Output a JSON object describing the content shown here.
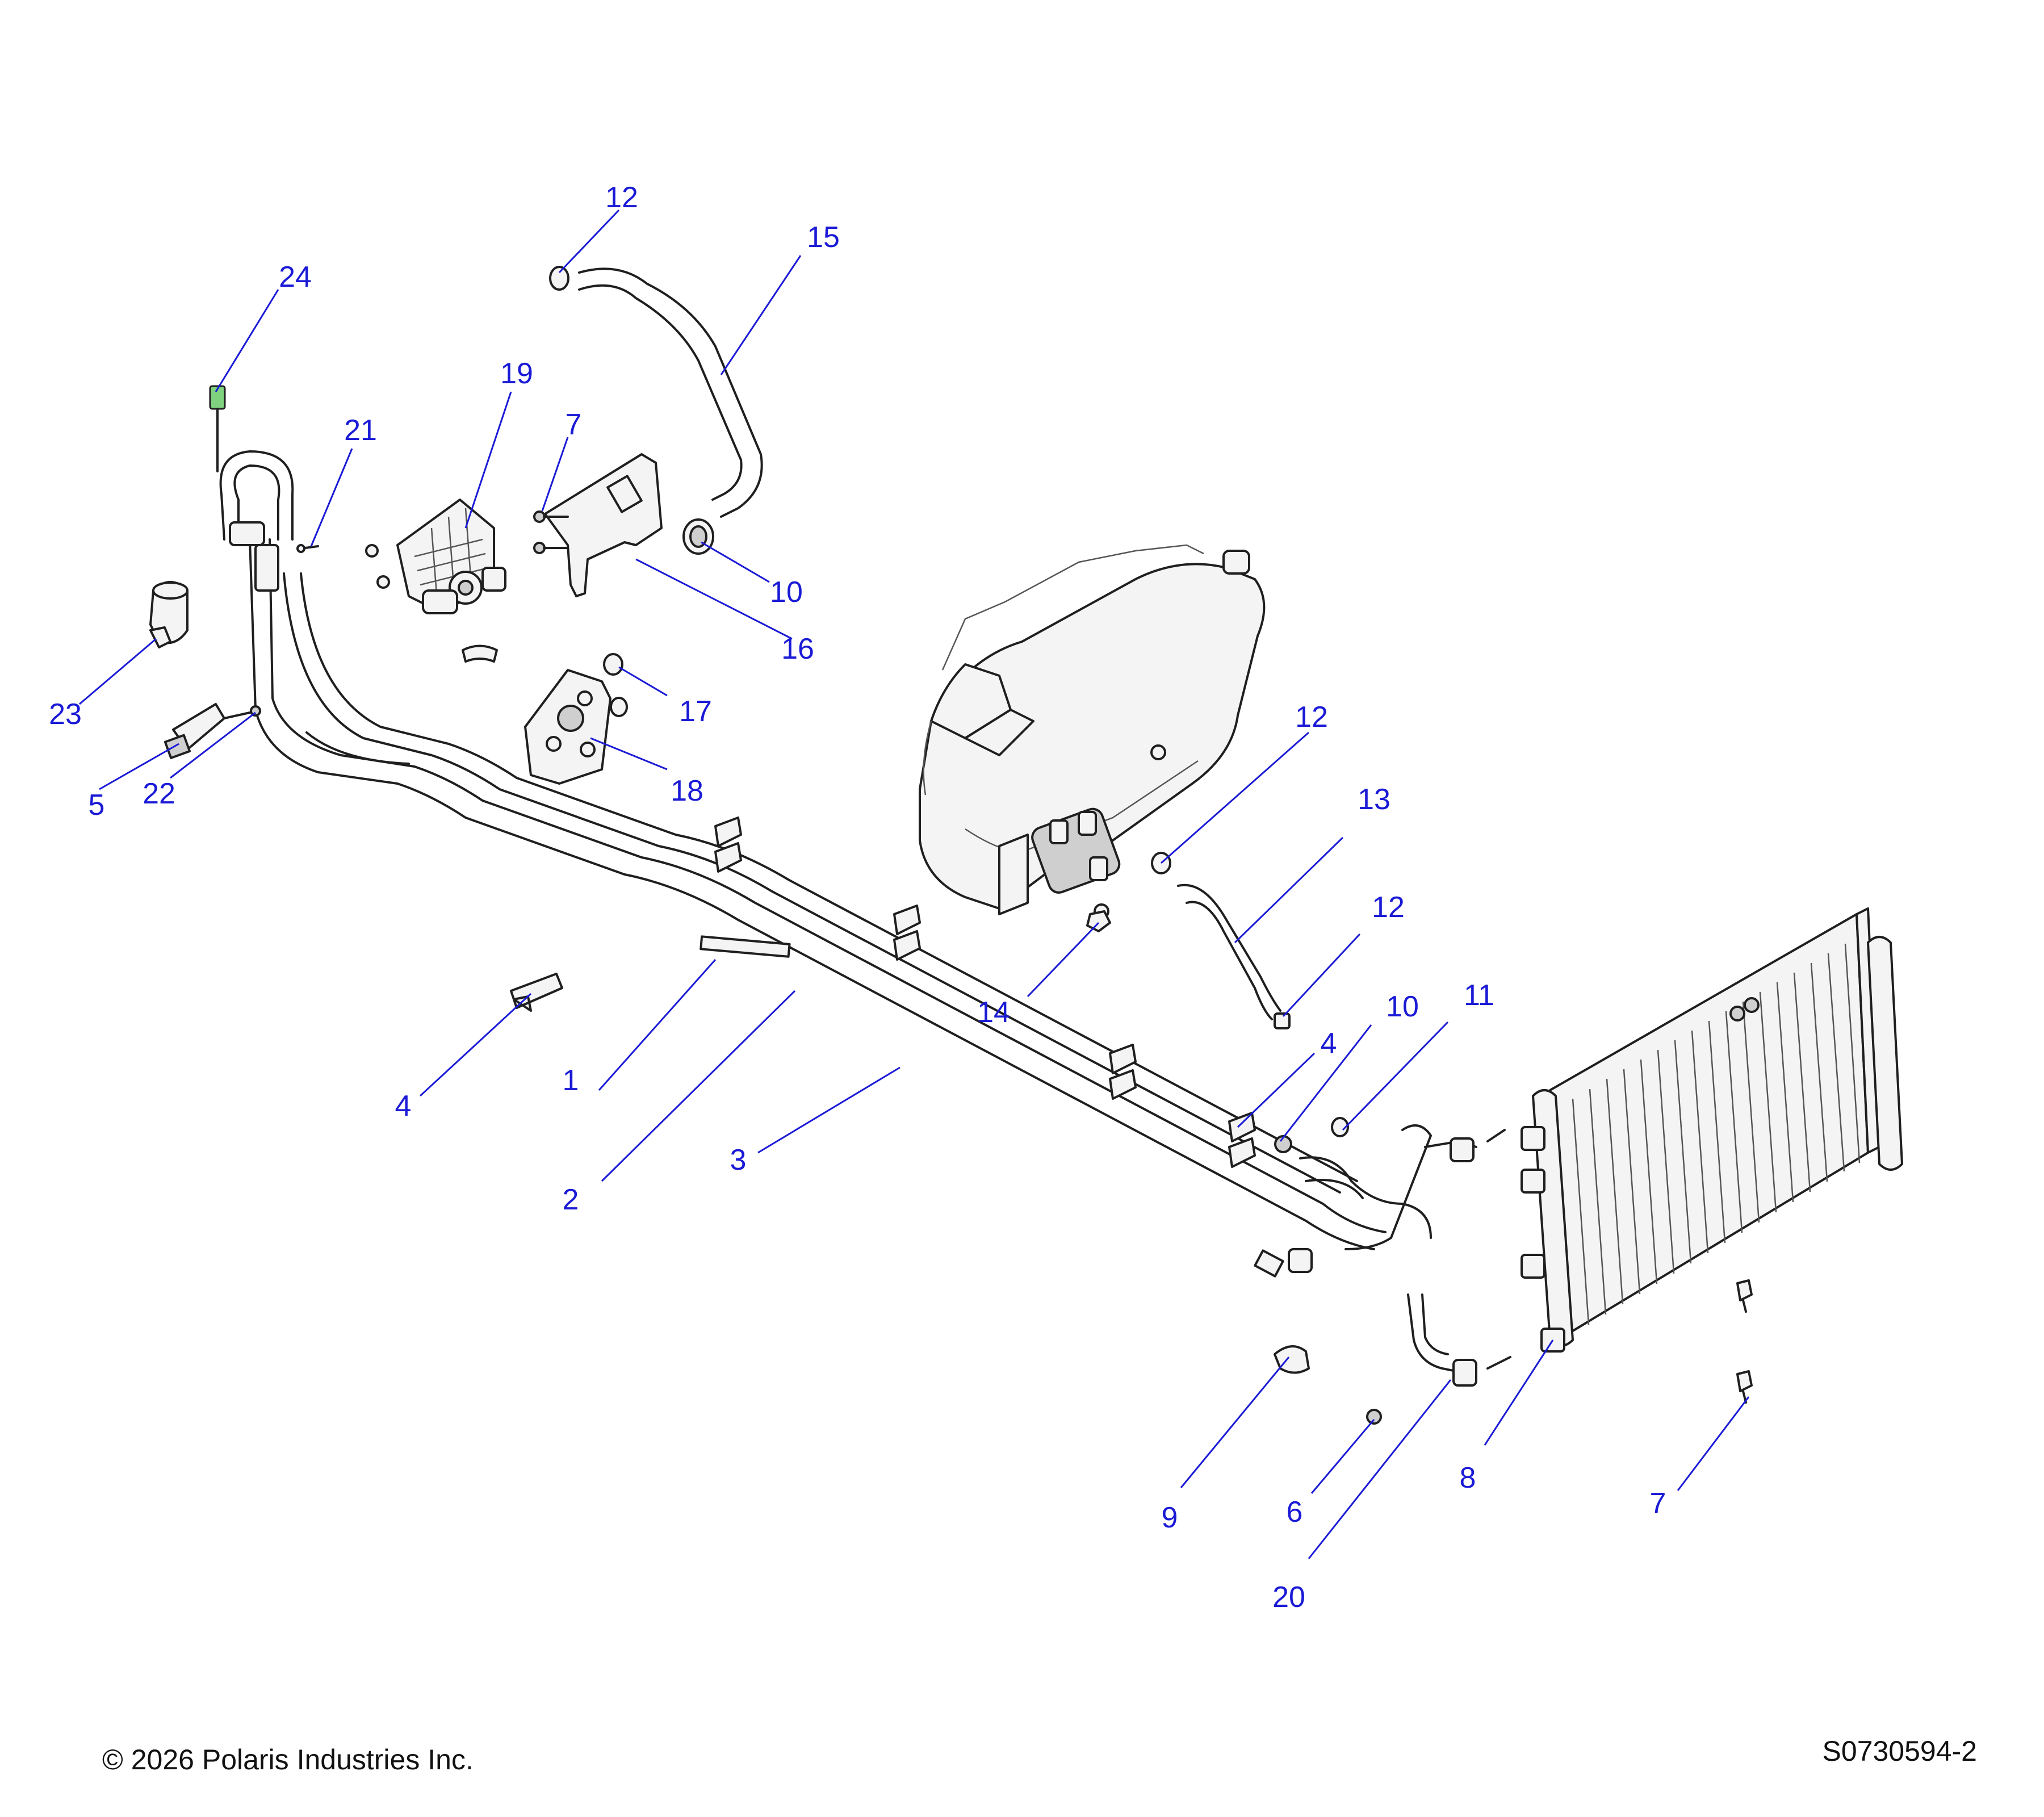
{
  "callouts": [
    {
      "label": "1"
    },
    {
      "label": "2"
    },
    {
      "label": "3"
    },
    {
      "label": "4"
    },
    {
      "label": "4"
    },
    {
      "label": "5"
    },
    {
      "label": "6"
    },
    {
      "label": "7"
    },
    {
      "label": "7"
    },
    {
      "label": "8"
    },
    {
      "label": "9"
    },
    {
      "label": "10"
    },
    {
      "label": "10"
    },
    {
      "label": "11"
    },
    {
      "label": "12"
    },
    {
      "label": "12"
    },
    {
      "label": "12"
    },
    {
      "label": "13"
    },
    {
      "label": "14"
    },
    {
      "label": "15"
    },
    {
      "label": "16"
    },
    {
      "label": "17"
    },
    {
      "label": "18"
    },
    {
      "label": "19"
    },
    {
      "label": "20"
    },
    {
      "label": "21"
    },
    {
      "label": "22"
    },
    {
      "label": "23"
    },
    {
      "label": "24"
    }
  ],
  "footer": {
    "copyright": "© 2026 Polaris Industries Inc.",
    "drawing_number": "S0730594-2"
  },
  "colors": {
    "callout": "#1a1ad6",
    "line_art": "#1f1f1f",
    "highlight_part": "#7fd37f"
  }
}
